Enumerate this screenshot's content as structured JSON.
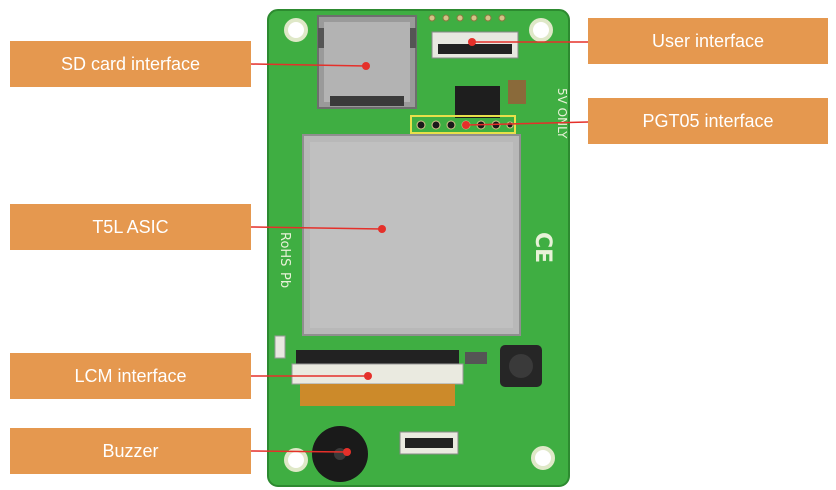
{
  "labels": {
    "sd_card": "SD card interface",
    "t5l": "T5L ASIC",
    "lcm": "LCM interface",
    "buzzer": "Buzzer",
    "user": "User interface",
    "pgt05": "PGT05 interface"
  },
  "board_marks": {
    "rohs": "RoHS",
    "pb": "Pb",
    "ce": "CE",
    "voltage": "5V ONLY"
  },
  "colors": {
    "label_bg": "#E5984F",
    "label_text": "#FFFFFF",
    "leader_line": "#E5302A",
    "pcb": "#3FAE42",
    "chip_shield": "#B8B8B8"
  }
}
